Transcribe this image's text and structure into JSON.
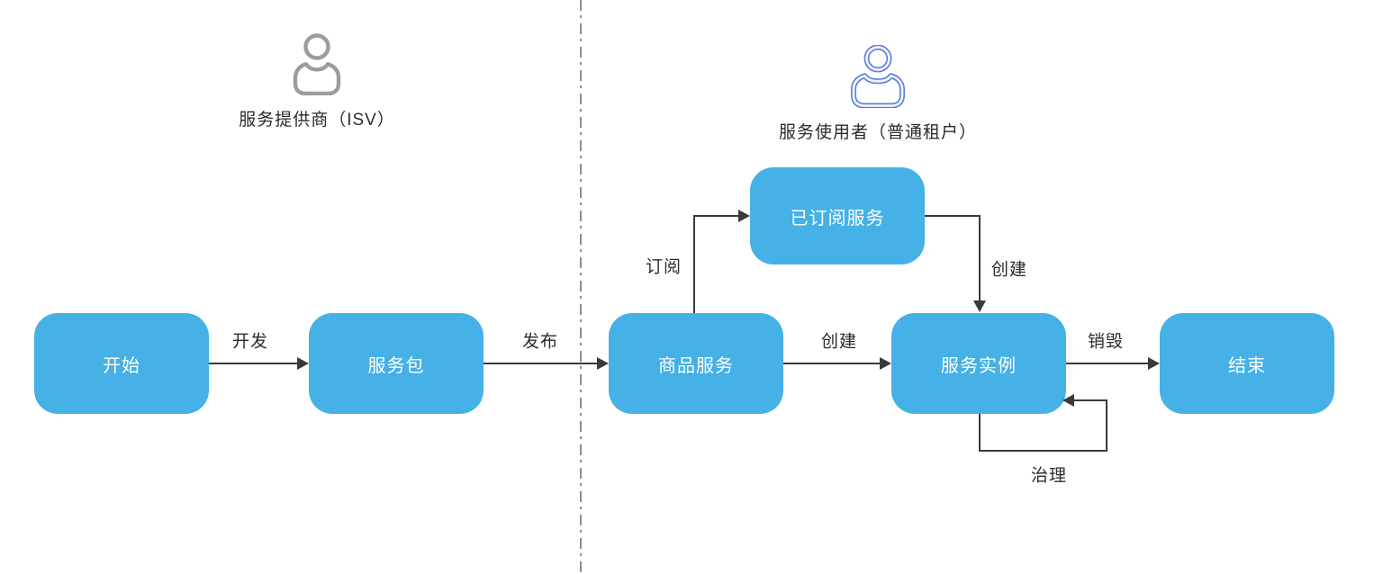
{
  "diagram": {
    "lanes": [
      {
        "actor": "服务提供商（ISV）",
        "icon": "person-gray"
      },
      {
        "actor": "服务使用者（普通租户）",
        "icon": "person-blue"
      }
    ],
    "nodes": [
      {
        "id": "start",
        "label": "开始"
      },
      {
        "id": "service-package",
        "label": "服务包"
      },
      {
        "id": "product-service",
        "label": "商品服务"
      },
      {
        "id": "subscribed-service",
        "label": "已订阅服务"
      },
      {
        "id": "service-instance",
        "label": "服务实例"
      },
      {
        "id": "end",
        "label": "结束"
      }
    ],
    "edges": [
      {
        "from": "start",
        "to": "service-package",
        "label": "开发"
      },
      {
        "from": "service-package",
        "to": "product-service",
        "label": "发布"
      },
      {
        "from": "product-service",
        "to": "subscribed-service",
        "label": "订阅"
      },
      {
        "from": "product-service",
        "to": "service-instance",
        "label": "创建"
      },
      {
        "from": "subscribed-service",
        "to": "service-instance",
        "label": "创建"
      },
      {
        "from": "service-instance",
        "to": "end",
        "label": "销毁"
      },
      {
        "from": "service-instance",
        "to": "service-instance",
        "label": "治理"
      }
    ],
    "colors": {
      "node_fill": "#45b1e6",
      "node_text": "#ffffff",
      "edge": "#3a3a3a",
      "label_text": "#2b2b2b",
      "divider": "#8f8f8f",
      "actor_gray": "#9c9c9c",
      "actor_blue": "#5c7cd8",
      "actor_blue_light": "#eef3fc"
    }
  }
}
